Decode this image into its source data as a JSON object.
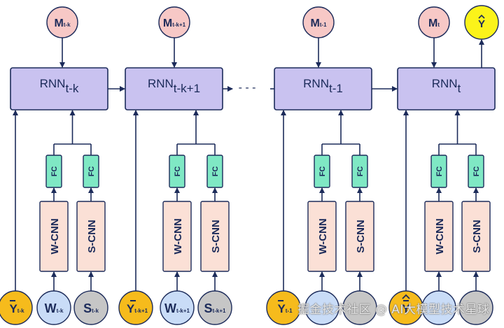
{
  "colors": {
    "rnn_fill": "#c9c2f0",
    "fc_fill": "#7fe8c4",
    "cnn_fill": "#fbe0d6",
    "m_fill": "#f7c8c6",
    "y_fill": "#f6bb1c",
    "w_fill": "#c9dcf7",
    "s_fill": "#c6c6c6",
    "yhat_fill": "#fbf31a",
    "stroke": "#1c2b5a"
  },
  "blocks": [
    {
      "rnn": "RNN",
      "rnn_sub": "t-k",
      "m": "M",
      "m_sub": "t-k",
      "y": "Y",
      "y_sub": "t-k",
      "y_mark": "bar",
      "w": "W",
      "w_sub": "t-k",
      "s": "S",
      "s_sub": "t-k",
      "fc_left": "FC",
      "fc_right": "FC",
      "cnn_left": "W-CNN",
      "cnn_right": "S-CNN"
    },
    {
      "rnn": "RNN",
      "rnn_sub": "t-k+1",
      "m": "M",
      "m_sub": "t-k+1",
      "y": "Y",
      "y_sub": "t-k+1",
      "y_mark": "bar",
      "w": "W",
      "w_sub": "t-k+1",
      "s": "S",
      "s_sub": "t-k+1",
      "fc_left": "FC",
      "fc_right": "FC",
      "cnn_left": "W-CNN",
      "cnn_right": "S-CNN"
    },
    {
      "rnn": "RNN",
      "rnn_sub": "t-1",
      "m": "M",
      "m_sub": "t-1",
      "y": "Y",
      "y_sub": "t-1",
      "y_mark": "bar",
      "w": "",
      "w_sub": "",
      "s": "",
      "s_sub": "",
      "fc_left": "FC",
      "fc_right": "FC",
      "cnn_left": "W-CNN",
      "cnn_right": "S-CNN"
    },
    {
      "rnn": "RNN",
      "rnn_sub": "t",
      "m": "M",
      "m_sub": "t",
      "y": "Y",
      "y_sub": "",
      "y_mark": "hat-bar",
      "w": "",
      "w_sub": "",
      "s": "",
      "s_sub": "",
      "fc_left": "FC",
      "fc_right": "FC",
      "cnn_left": "W-CNN",
      "cnn_right": "S-CNN"
    }
  ],
  "ellipsis": "- - -",
  "output": {
    "label": "Y",
    "mark": "hat"
  },
  "watermark": "掘金技术社区 @ AI大模型技术星球"
}
